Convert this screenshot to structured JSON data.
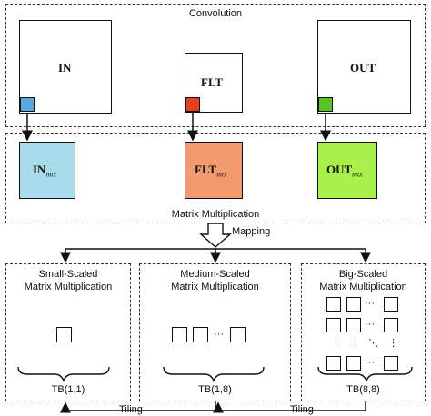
{
  "convolution": {
    "title": "Convolution",
    "in_label": "IN",
    "flt_label": "FLT",
    "out_label": "OUT"
  },
  "matrix": {
    "title": "Matrix Multiplication",
    "in_main": "IN",
    "in_sub": "mtx",
    "flt_main": "FLT",
    "flt_sub": "mtx",
    "out_main": "OUT",
    "out_sub": "mtx"
  },
  "mapping_label": "Mapping",
  "panels": [
    {
      "title_line1": "Small-Scaled",
      "title_line2": "Matrix Multiplication",
      "tb": "TB(1,1)"
    },
    {
      "title_line1": "Medium-Scaled",
      "title_line2": "Matrix Multiplication",
      "tb": "TB(1,8)",
      "dots": "···"
    },
    {
      "title_line1": "Big-Scaled",
      "title_line2": "Matrix Multiplication",
      "tb": "TB(8,8)",
      "hdots": "···",
      "vdots": "⋮",
      "ddots": "⋱"
    }
  ],
  "tiling_label": "Tiling",
  "colors": {
    "in_mtx": "#a8dcea",
    "flt_mtx": "#f39a6e",
    "out_mtx": "#aaf04a",
    "in_tile": "#5aa8e0",
    "flt_tile": "#e8401a",
    "out_tile": "#5ac41e"
  }
}
